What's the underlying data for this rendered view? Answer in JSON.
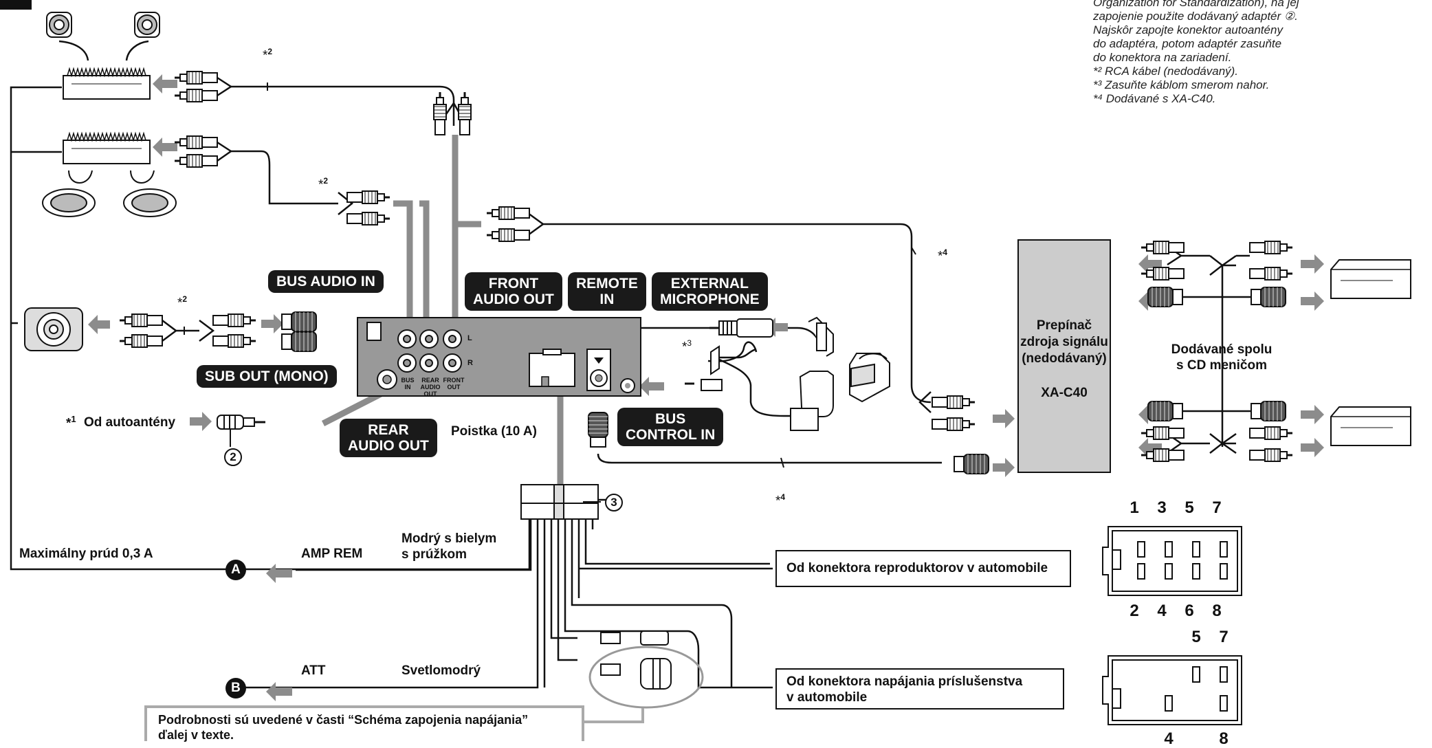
{
  "labels": {
    "bus_audio_in": "BUS AUDIO IN",
    "front_audio_out_1": "FRONT",
    "front_audio_out_2": "AUDIO OUT",
    "remote_in_1": "REMOTE",
    "remote_in_2": "IN",
    "external_mic_1": "EXTERNAL",
    "external_mic_2": "MICROPHONE",
    "sub_out": "SUB OUT (MONO)",
    "rear_audio_out_1": "REAR",
    "rear_audio_out_2": "AUDIO OUT",
    "bus_control_in_1": "BUS",
    "bus_control_in_2": "CONTROL IN",
    "fuse": "Poistka (10 A)",
    "antenna": "Od autoantény",
    "max_current": "Maximálny prúd 0,3 A",
    "amp_rem": "AMP REM",
    "blue_white_1": "Modrý s bielym",
    "blue_white_2": "s prúžkom",
    "att": "ATT",
    "light_blue": "Svetlomodrý",
    "speaker_connector": "Od konektora reproduktorov v automobile",
    "power_connector_1": "Od konektora napájania príslušenstva",
    "power_connector_2": "v automobile",
    "callout_1": "Podrobnosti sú uvedené v časti  “Schéma zapojenia  napájania”",
    "callout_2": "ďalej v texte.",
    "selector_1": "Prepínač",
    "selector_2": "zdroja signálu",
    "selector_3": "(nedodávaný)",
    "selector_4": "XA-C40",
    "cd_changer_1": "Dodávané spolu",
    "cd_changer_2": "s CD meničom",
    "jack_l": "L",
    "jack_r": "R",
    "jack_bus_in": "BUS IN",
    "jack_rear_audio_out": "REAR AUDIO OUT",
    "jack_front_out": "FRONT OUT"
  },
  "markers": {
    "ast": "*",
    "n1": "1",
    "n2": "2",
    "n3": "3",
    "n4": "4",
    "c2": "2",
    "c3": "3",
    "a": "A",
    "b": "B"
  },
  "notes": [
    "Organization for Standardization), na jej",
    "zapojenie použite dodávaný adaptér ②.",
    "Najskôr zapojte konektor autoantény",
    "do adaptéra, potom adaptér zasuňte",
    "do konektora na zariadení.",
    "*² RCA kábel (nedodávaný).",
    "*³ Zasuňte káblom smerom nahor.",
    "*⁴ Dodávané s XA-C40."
  ],
  "pins": {
    "top_upper": [
      "1",
      "3",
      "5",
      "7"
    ],
    "top_lower": [
      "2",
      "4",
      "6",
      "8"
    ],
    "bottom_upper": [
      "5",
      "7"
    ],
    "bottom_lower": [
      "4",
      "8"
    ]
  },
  "colors": {
    "ink": "#111111",
    "gray_arrow": "#8c8c8c",
    "selector_fill": "#cccccc",
    "pill_bg": "#1a1a1a"
  }
}
